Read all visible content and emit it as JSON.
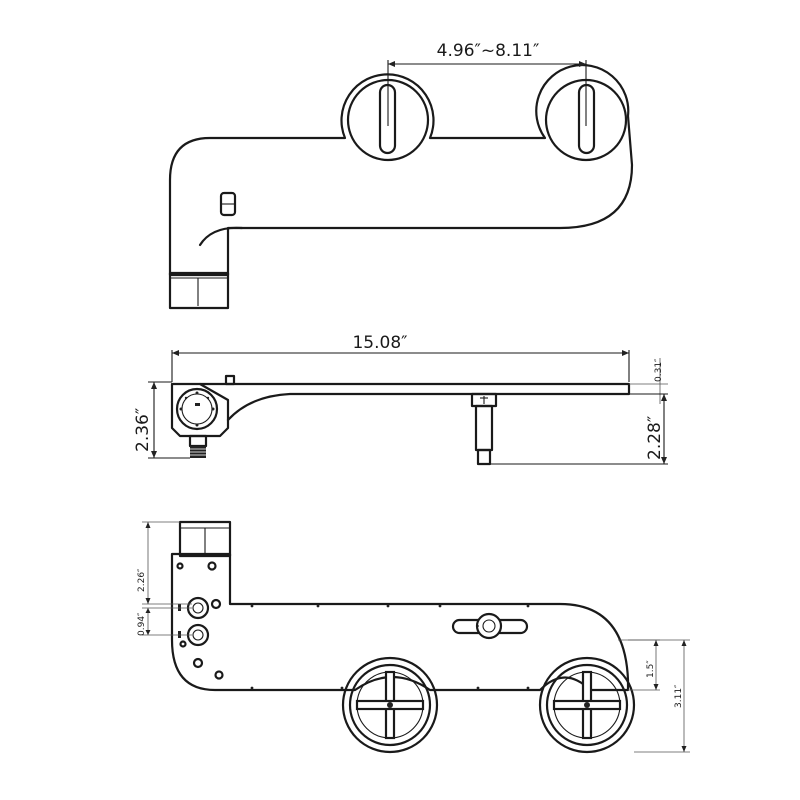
{
  "dimensions": {
    "slot_spacing": "4.96″~8.11″",
    "total_length": "15.08″",
    "plate_thickness": "0.31″",
    "body_height": "2.36″",
    "inlet_height": "2.28″",
    "valve_offset_upper": "2.26″",
    "valve_offset_lower": "0.94″",
    "nozzle_offset": "1.5″",
    "bracket_offset": "3.11″"
  }
}
